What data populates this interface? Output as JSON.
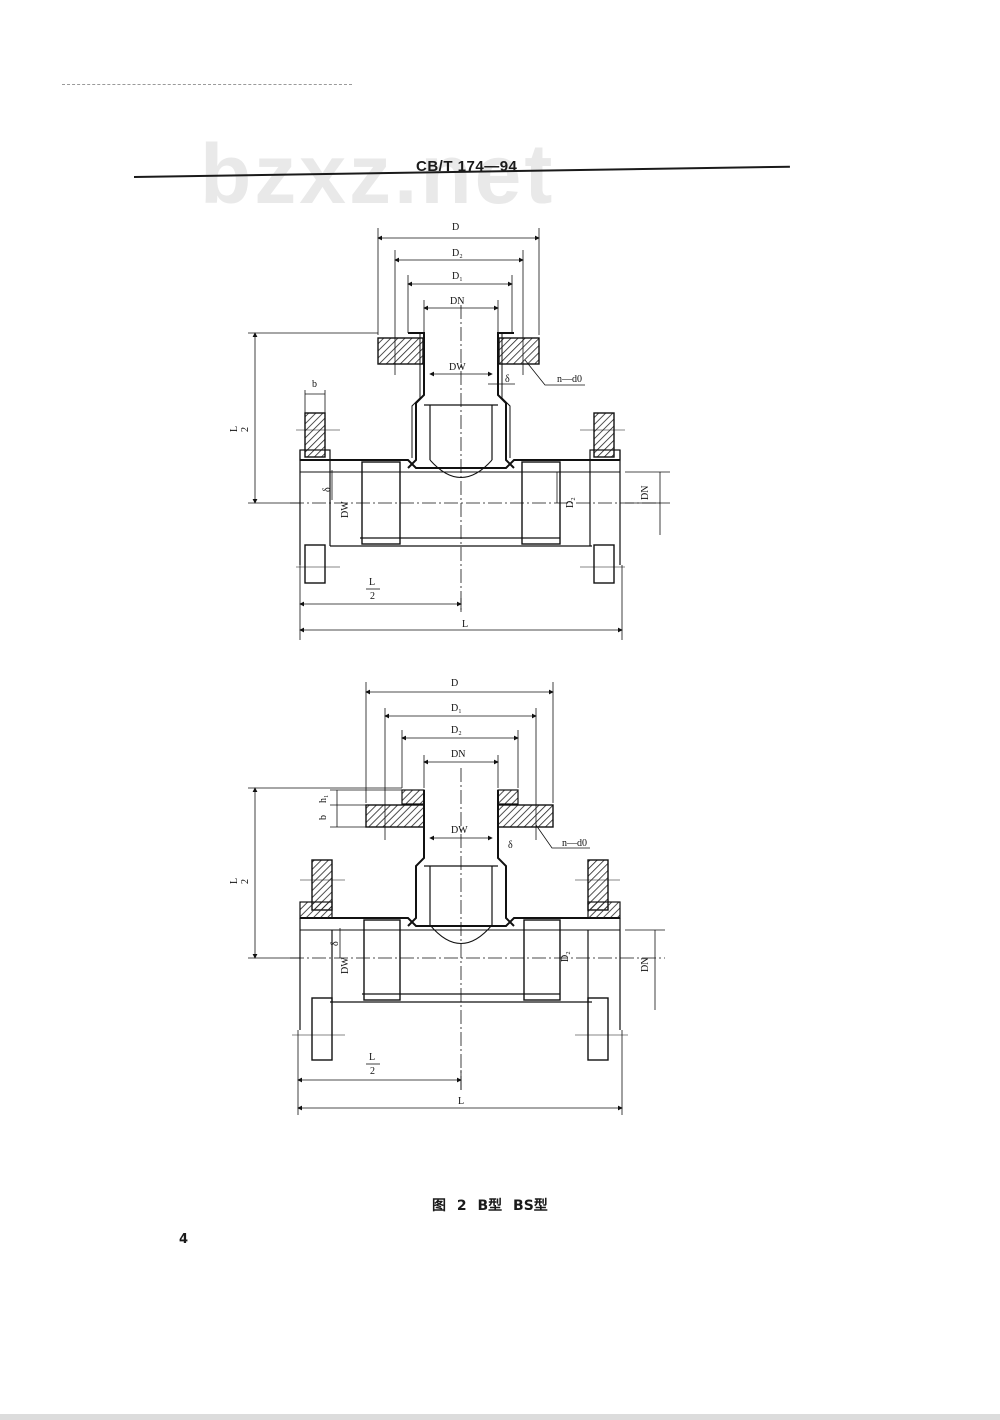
{
  "header": {
    "standard_code": "CB/T 174—94",
    "watermark": "bzxz.net"
  },
  "figure_top": {
    "labels": {
      "D": "D",
      "D2": "D₂",
      "D1": "D₁",
      "DN_top": "DN",
      "DW": "DW",
      "delta": "δ",
      "n_d0": "n—d0",
      "b": "b",
      "L_half_v_num": "L",
      "L_half_v_den": "2",
      "L_half_h_num": "L",
      "L_half_h_den": "2",
      "DW_side": "DW",
      "delta_side": "δ",
      "D2_side": "D₂",
      "DN_side": "DN",
      "L": "L"
    }
  },
  "figure_bottom": {
    "labels": {
      "D": "D",
      "D1": "D₁",
      "D2": "D₂",
      "DN_top": "DN",
      "h1": "h₁",
      "b": "b",
      "DW": "DW",
      "delta": "δ",
      "n_d0": "n—d0",
      "L_half_v_num": "L",
      "L_half_v_den": "2",
      "L_half_h_num": "L",
      "L_half_h_den": "2",
      "DW_side": "DW",
      "delta_side": "δ",
      "D2_side": "D₂",
      "DN_side": "DN",
      "L": "L"
    }
  },
  "caption": "图 2  B型  BS型",
  "page_number": "4"
}
